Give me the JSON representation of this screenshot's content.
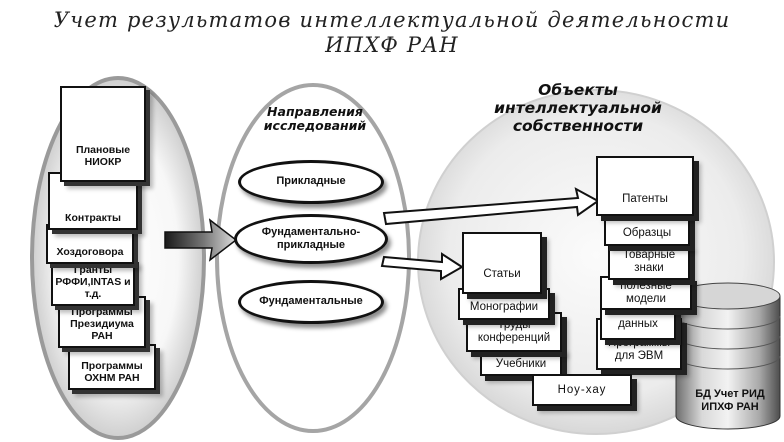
{
  "title": {
    "line1": "Учет результатов интеллектуальной деятельности",
    "line2": "ИПХФ РАН"
  },
  "sources": [
    {
      "id": "plan",
      "label": "Плановые НИОКР"
    },
    {
      "id": "contracts",
      "label": "Контракты"
    },
    {
      "id": "hozdog",
      "label": "Хоздоговора"
    },
    {
      "id": "grants",
      "label": "Гранты РФФИ,INTAS и т.д."
    },
    {
      "id": "presid",
      "label": "Программы Президиума РАН"
    },
    {
      "id": "ohnm",
      "label": "Программы ОХНМ РАН"
    }
  ],
  "directions": {
    "heading": "Направления исследований",
    "items": [
      {
        "id": "applied",
        "label": "Прикладные"
      },
      {
        "id": "fundapplied",
        "label": "Фундаментально-прикладные"
      },
      {
        "id": "fundamental",
        "label": "Фундаментальные"
      }
    ]
  },
  "objects": {
    "heading": "Объекты интеллектуальной собственности",
    "right_stack": [
      {
        "id": "patents",
        "label": "Патенты"
      },
      {
        "id": "samples",
        "label": "Образцы"
      },
      {
        "id": "trademarks",
        "label": "Товарные знаки"
      },
      {
        "id": "utility",
        "label": "полезные модели"
      },
      {
        "id": "databases",
        "label": "Базы данных"
      },
      {
        "id": "software",
        "label": "Программы для ЭВМ"
      }
    ],
    "left_stack": [
      {
        "id": "articles",
        "label": "Статьи"
      },
      {
        "id": "monographs",
        "label": "Монографии"
      },
      {
        "id": "proceedings",
        "label": "Труды конференций"
      },
      {
        "id": "textbooks",
        "label": "Учебники"
      }
    ],
    "knowhow": {
      "label": "Ноу-хау"
    }
  },
  "database": {
    "label": "БД Учет РИД ИПХФ РАН"
  }
}
